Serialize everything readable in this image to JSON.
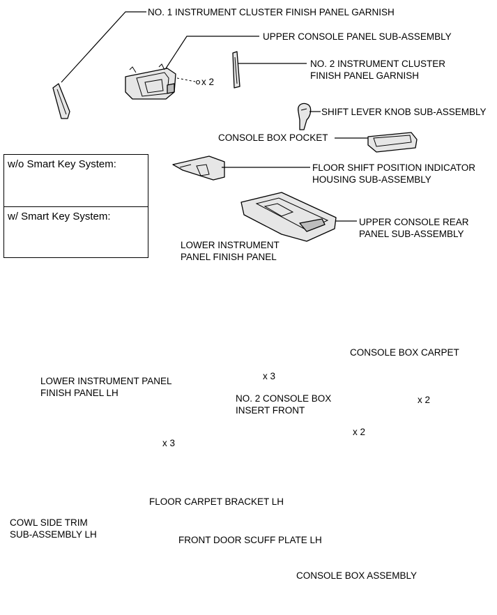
{
  "labels": {
    "no1_garnish": "NO. 1 INSTRUMENT CLUSTER FINISH PANEL GARNISH",
    "upper_console_panel": "UPPER CONSOLE PANEL SUB-ASSEMBLY",
    "no2_garnish_l1": "NO. 2 INSTRUMENT CLUSTER",
    "no2_garnish_l2": "FINISH PANEL GARNISH",
    "shift_knob": "SHIFT LEVER KNOB SUB-ASSEMBLY",
    "console_box_pocket": "CONSOLE BOX POCKET",
    "floor_shift_l1": "FLOOR SHIFT POSITION INDICATOR",
    "floor_shift_l2": "HOUSING SUB-ASSEMBLY",
    "upper_rear_l1": "UPPER CONSOLE REAR",
    "upper_rear_l2": "PANEL SUB-ASSEMBLY",
    "lower_finish_l1": "LOWER INSTRUMENT",
    "lower_finish_l2": "PANEL FINISH PANEL",
    "lower_finish_lh_l1": "LOWER INSTRUMENT PANEL",
    "lower_finish_lh_l2": "FINISH PANEL LH",
    "no2_insert_l1": "NO. 2 CONSOLE BOX",
    "no2_insert_l2": "INSERT FRONT",
    "console_carpet": "CONSOLE BOX CARPET",
    "cowl_l1": "COWL SIDE TRIM",
    "cowl_l2": "SUB-ASSEMBLY LH",
    "floor_bracket": "FLOOR CARPET BRACKET LH",
    "scuff_plate": "FRONT DOOR SCUFF PLATE LH",
    "console_box_assembly": "CONSOLE BOX ASSEMBLY"
  },
  "quantities": {
    "upper_console_screws": "x 2",
    "insert_front_screws": "x 3",
    "bracket_screws": "x 3",
    "console_top_bolts": "x 2",
    "console_side_bolts": "x 2"
  },
  "variant_box": {
    "without_smart_key": "w/o Smart Key System:",
    "with_smart_key": "w/ Smart Key System:"
  }
}
